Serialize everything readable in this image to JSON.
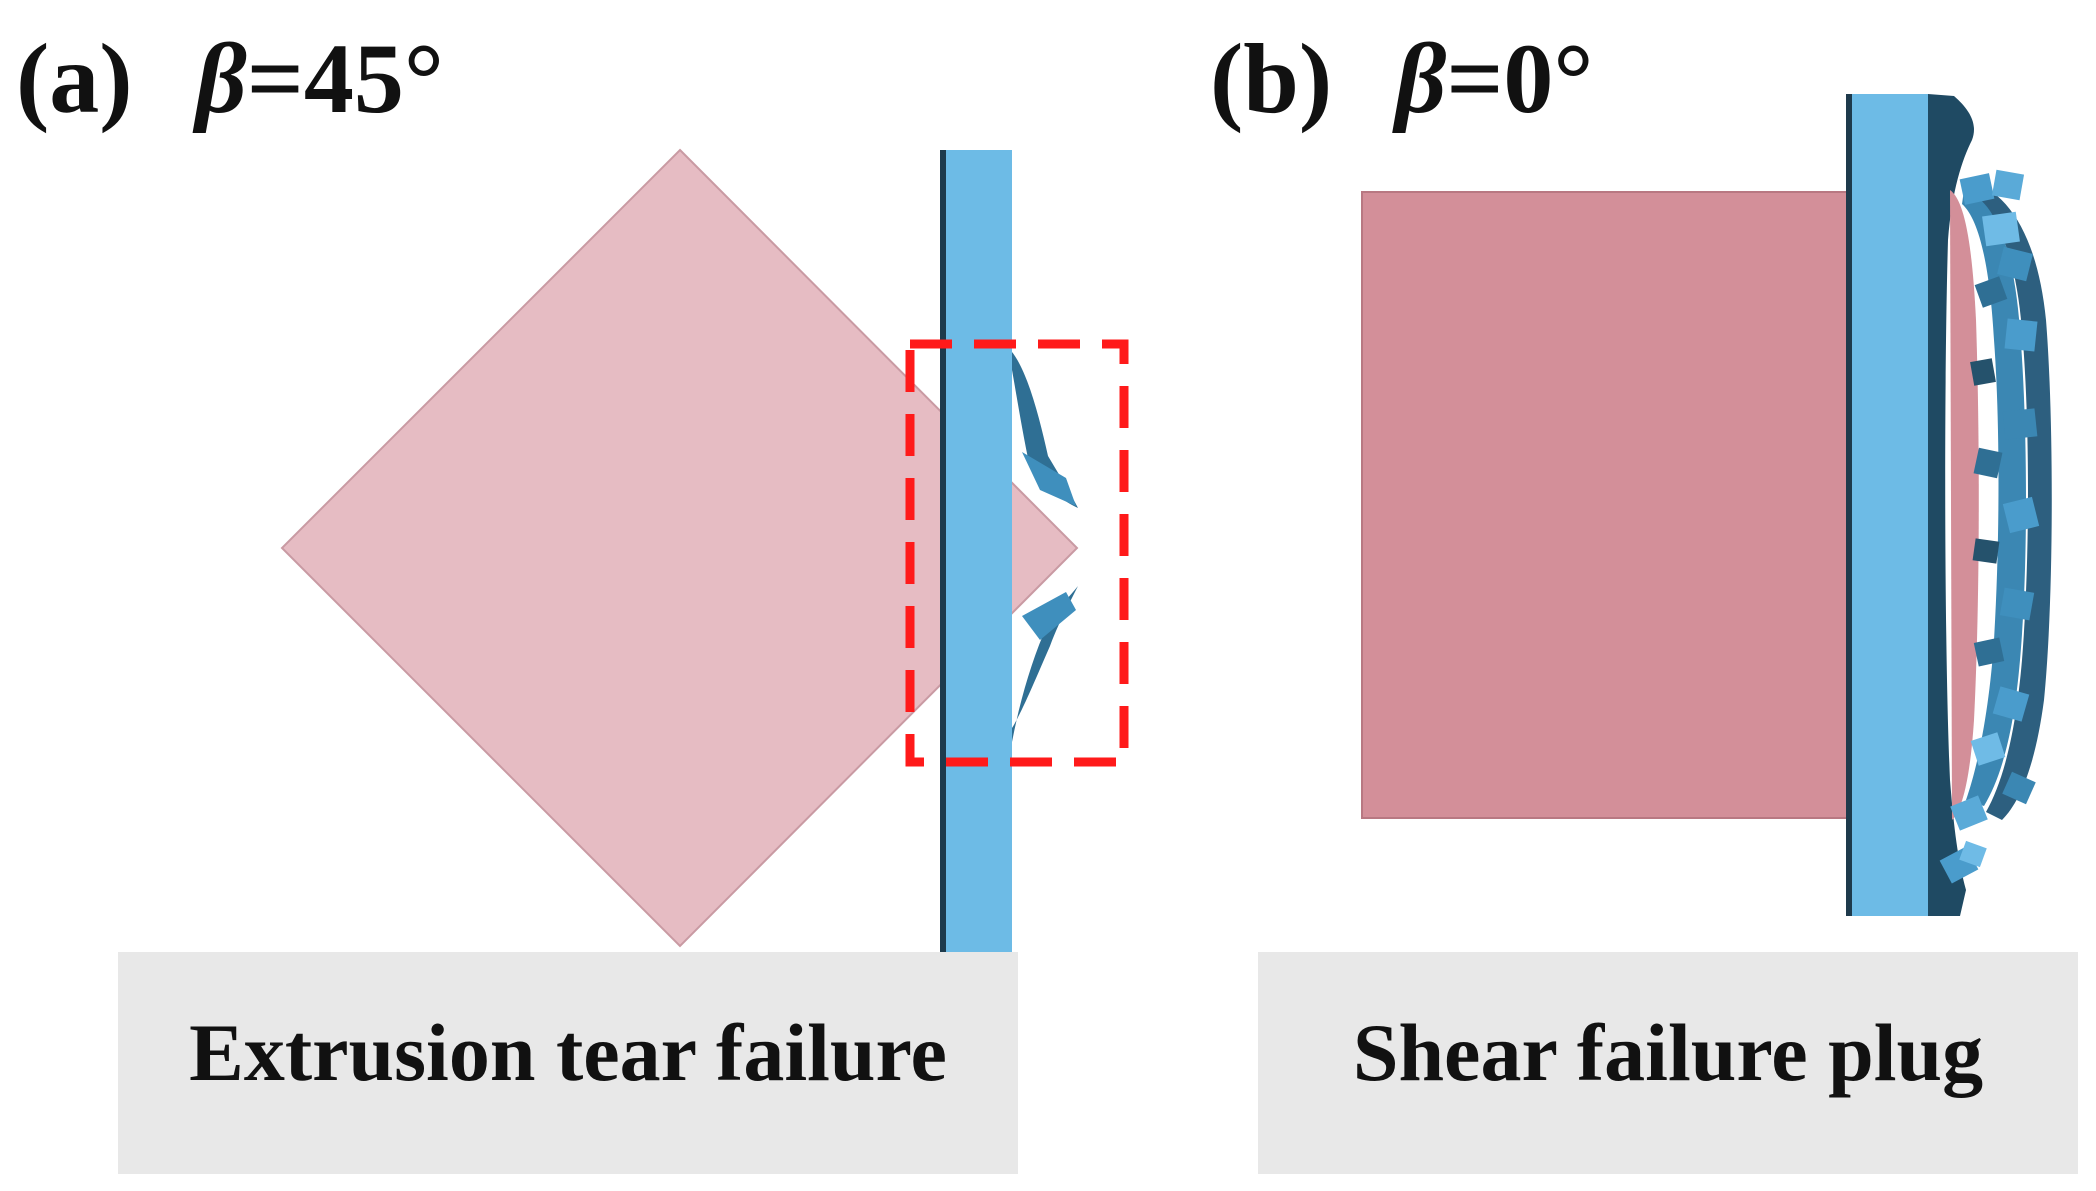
{
  "panels": [
    {
      "id": "a",
      "label": "(a)",
      "symbol": "β",
      "angle_text": "=45°",
      "caption": "Extrusion tear failure"
    },
    {
      "id": "b",
      "label": "(b)",
      "symbol": "β",
      "angle_text": "=0°",
      "caption": "Shear failure plug"
    }
  ],
  "colors": {
    "projectile_light": "#e6bcc3",
    "projectile_dark": "#d38f99",
    "plate": "#6dbbe6",
    "plate_edge": "#1e3a4c",
    "debris": "#3b87b3",
    "debris_dark": "#25526c",
    "highlight_box": "#ff1a1a",
    "caption_bg": "#e8e8e8"
  }
}
